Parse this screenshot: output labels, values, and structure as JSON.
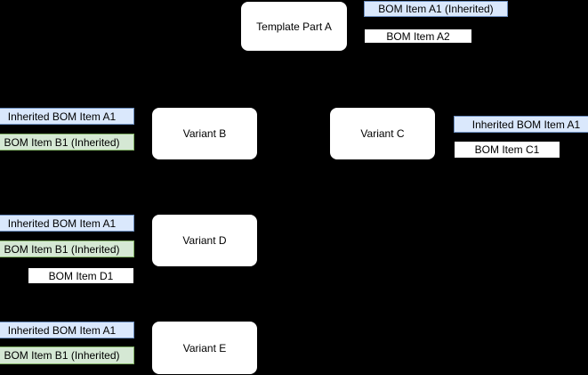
{
  "diagram": {
    "title_hint": "Template part BOM inheritance diagram",
    "colors": {
      "background": "#000000",
      "node_fill": "#ffffff",
      "node_border": "#000000",
      "inherited_fill": "#dae8fc",
      "inherited_border": "#6c8ebf",
      "inherited_from_variant_fill": "#d5e8d4",
      "inherited_from_variant_border": "#82b366",
      "own_item_fill": "#ffffff",
      "own_item_border": "#000000",
      "text": "#000000"
    },
    "nodes": {
      "template_a": "Template Part A",
      "variant_b": "Variant B",
      "variant_c": "Variant C",
      "variant_d": "Variant D",
      "variant_e": "Variant E"
    },
    "bom_items": {
      "a1": "BOM Item A1 (Inherited)",
      "a2": "BOM Item A2",
      "b_a1": "Inherited BOM Item A1",
      "b_b1": "BOM Item B1 (Inherited)",
      "c_a1": "Inherited BOM Item A1",
      "c_c1": "BOM Item C1",
      "d_a1": "Inherited BOM Item A1",
      "d_b1": "BOM Item B1 (Inherited)",
      "d_d1": "BOM Item D1",
      "e_a1": "Inherited BOM Item A1",
      "e_b1": "BOM Item B1 (Inherited)"
    }
  }
}
